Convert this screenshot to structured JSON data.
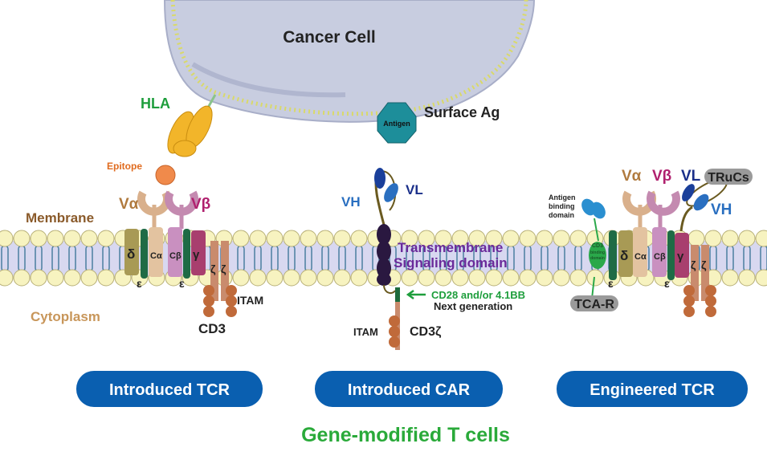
{
  "cancer_cell": {
    "title": "Cancer Cell",
    "antigen": "Antigen",
    "surface_ag": "Surface Ag"
  },
  "tcr": {
    "hla": "HLA",
    "epitope": "Epitope",
    "va": "Vα",
    "vb": "Vβ",
    "delta": "δ",
    "ca": "Cα",
    "cb": "Cβ",
    "gamma": "γ",
    "eps1": "ε",
    "eps2": "ε",
    "zeta1": "ζ",
    "zeta2": "ζ",
    "itam": "ITAM",
    "cd3": "CD3"
  },
  "regions": {
    "membrane": "Membrane",
    "cytoplasm": "Cytoplasm"
  },
  "car": {
    "vh": "VH",
    "vl": "VL",
    "transmembrane": "Transmembrane",
    "signaling": "Signaling domain",
    "costim": "CD28 and/or 4.1BB",
    "next_gen": "Next generation",
    "itam": "ITAM",
    "cd3z": "CD3ζ"
  },
  "engineered": {
    "antigen_binding": [
      "Antigen",
      "binding",
      "domain"
    ],
    "cd3_binding": [
      "CD3",
      "binding",
      "domain"
    ],
    "va": "Vα",
    "vb": "Vβ",
    "vl": "VL",
    "vh": "VH",
    "trucs": "TRuCs",
    "tcar": "TCA-R",
    "delta": "δ",
    "ca": "Cα",
    "cb": "Cβ",
    "gamma": "γ",
    "eps1": "ε",
    "eps2": "ε",
    "zeta1": "ζ",
    "zeta2": "ζ"
  },
  "buttons": {
    "tcr": "Introduced TCR",
    "car": "Introduced CAR",
    "engineered": "Engineered TCR"
  },
  "footer": "Gene-modified T cells",
  "colors": {
    "button": "#0a5fb0",
    "green": "#1e9e3c",
    "purple": "#5b1f8c",
    "membrane_head": "#f7f3c0"
  }
}
